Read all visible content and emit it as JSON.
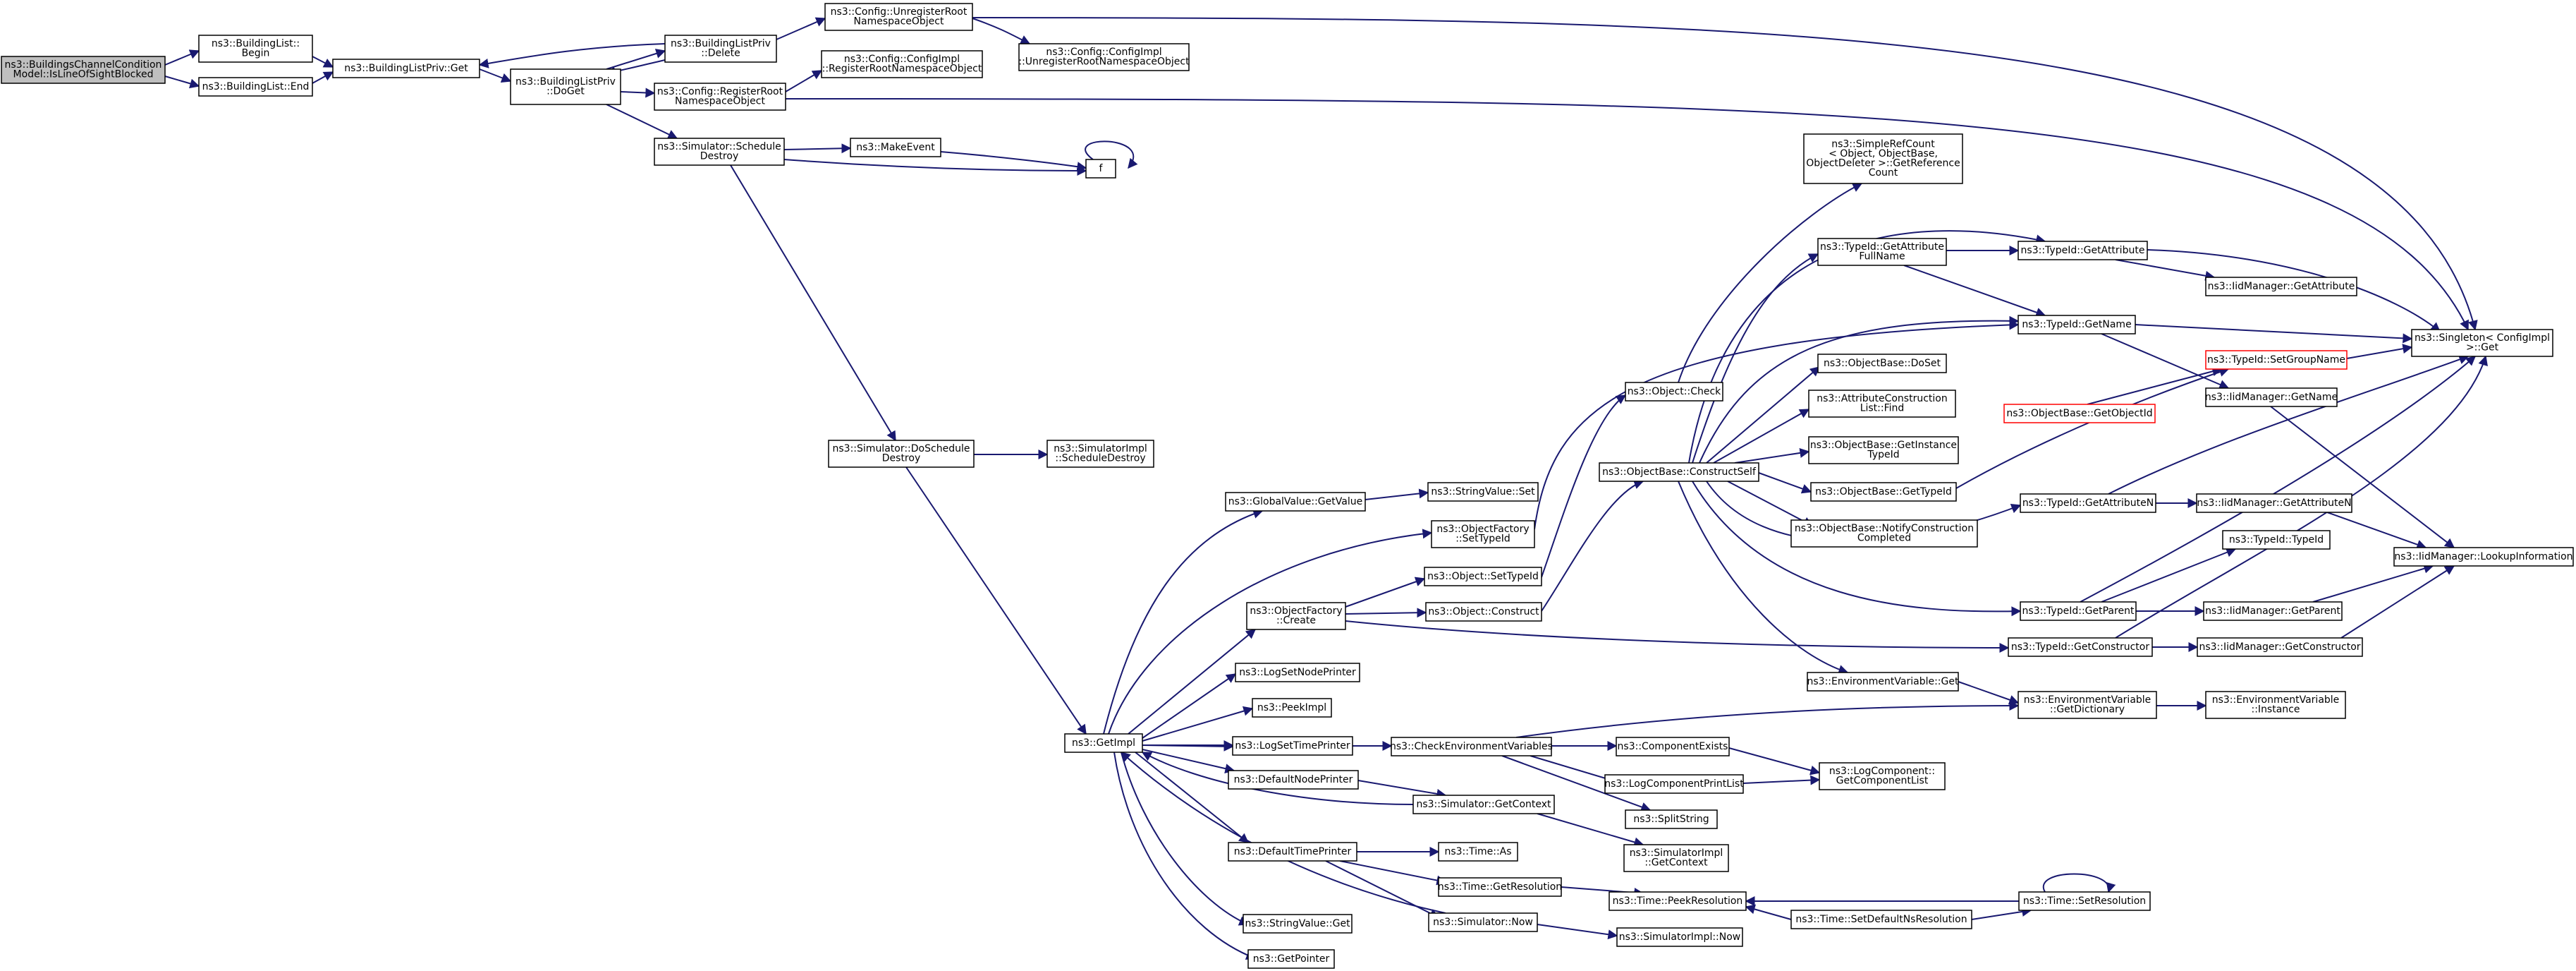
{
  "graph": {
    "edge_color": "#191970",
    "node_border": "#000000",
    "truncated_node_border": "#ff0000",
    "root_fill": "#bfbfbf",
    "nodes": [
      {
        "id": "root",
        "lines": [
          "ns3::BuildingsChannelCondition",
          "Model::IsLineOfSightBlocked"
        ],
        "style": "root"
      },
      {
        "id": "blbegin",
        "lines": [
          "ns3::BuildingList::",
          "Begin"
        ]
      },
      {
        "id": "blend",
        "lines": [
          "ns3::BuildingList::End"
        ]
      },
      {
        "id": "blpget",
        "lines": [
          "ns3::BuildingListPriv::Get"
        ]
      },
      {
        "id": "blpdoget",
        "lines": [
          "ns3::BuildingListPriv",
          "::DoGet"
        ]
      },
      {
        "id": "blpdel",
        "lines": [
          "ns3::BuildingListPriv",
          "::Delete"
        ]
      },
      {
        "id": "cfgunreg",
        "lines": [
          "ns3::Config::UnregisterRoot",
          "NamespaceObject"
        ]
      },
      {
        "id": "cfgimplunreg",
        "lines": [
          "ns3::Config::ConfigImpl",
          "::UnregisterRootNamespaceObject"
        ]
      },
      {
        "id": "cfgimplreg",
        "lines": [
          "ns3::Config::ConfigImpl",
          "::RegisterRootNamespaceObject"
        ]
      },
      {
        "id": "cfgreg",
        "lines": [
          "ns3::Config::RegisterRoot",
          "NamespaceObject"
        ]
      },
      {
        "id": "simsched",
        "lines": [
          "ns3::Simulator::Schedule",
          "Destroy"
        ]
      },
      {
        "id": "makeevent",
        "lines": [
          "ns3::MakeEvent"
        ]
      },
      {
        "id": "f",
        "lines": [
          "f"
        ]
      },
      {
        "id": "simdosched",
        "lines": [
          "ns3::Simulator::DoSchedule",
          "Destroy"
        ]
      },
      {
        "id": "simimplsched",
        "lines": [
          "ns3::SimulatorImpl",
          "::ScheduleDestroy"
        ]
      },
      {
        "id": "getimpl",
        "lines": [
          "ns3::GetImpl"
        ]
      },
      {
        "id": "gvgetvalue",
        "lines": [
          "ns3::GlobalValue::GetValue"
        ]
      },
      {
        "id": "stringvalueset",
        "lines": [
          "ns3::StringValue::Set"
        ]
      },
      {
        "id": "ofsettypeid",
        "lines": [
          "ns3::ObjectFactory",
          "::SetTypeId"
        ]
      },
      {
        "id": "objsettypeid",
        "lines": [
          "ns3::Object::SetTypeId"
        ]
      },
      {
        "id": "ofcreate",
        "lines": [
          "ns3::ObjectFactory",
          "::Create"
        ]
      },
      {
        "id": "objconstruct",
        "lines": [
          "ns3::Object::Construct"
        ]
      },
      {
        "id": "objcheck",
        "lines": [
          "ns3::Object::Check"
        ]
      },
      {
        "id": "simplerefcount",
        "lines": [
          "ns3::SimpleRefCount",
          "< Object, ObjectBase,",
          "ObjectDeleter >::GetReference",
          "Count"
        ]
      },
      {
        "id": "constructself",
        "lines": [
          "ns3::ObjectBase::ConstructSelf"
        ]
      },
      {
        "id": "tidgetattrfull",
        "lines": [
          "ns3::TypeId::GetAttribute",
          "FullName"
        ]
      },
      {
        "id": "tidgetattr",
        "lines": [
          "ns3::TypeId::GetAttribute"
        ]
      },
      {
        "id": "iidgetattr",
        "lines": [
          "ns3::IidManager::GetAttribute"
        ]
      },
      {
        "id": "tidgetname",
        "lines": [
          "ns3::TypeId::GetName"
        ]
      },
      {
        "id": "singleton",
        "lines": [
          "ns3::Singleton< ConfigImpl",
          ">::Get"
        ]
      },
      {
        "id": "obdoset",
        "lines": [
          "ns3::ObjectBase::DoSet"
        ]
      },
      {
        "id": "attrconstr",
        "lines": [
          "ns3::AttributeConstruction",
          "List::Find"
        ]
      },
      {
        "id": "obgetinst",
        "lines": [
          "ns3::ObjectBase::GetInstance",
          "TypeId"
        ]
      },
      {
        "id": "obgettid",
        "lines": [
          "ns3::ObjectBase::GetTypeId"
        ]
      },
      {
        "id": "obnotify",
        "lines": [
          "ns3::ObjectBase::NotifyConstruction",
          "Completed"
        ]
      },
      {
        "id": "tidsetgroup",
        "lines": [
          "ns3::TypeId::SetGroupName"
        ],
        "style": "truncated"
      },
      {
        "id": "obgetobjectid",
        "lines": [
          "ns3::ObjectBase::GetObjectId"
        ],
        "style": "truncated"
      },
      {
        "id": "iidgetname",
        "lines": [
          "ns3::IidManager::GetName"
        ]
      },
      {
        "id": "tidgetattrn",
        "lines": [
          "ns3::TypeId::GetAttributeN"
        ]
      },
      {
        "id": "iidgetattrn",
        "lines": [
          "ns3::IidManager::GetAttributeN"
        ]
      },
      {
        "id": "tidtypeid",
        "lines": [
          "ns3::TypeId::TypeId"
        ]
      },
      {
        "id": "iidlookup",
        "lines": [
          "ns3::IidManager::LookupInformation"
        ]
      },
      {
        "id": "tidgetparent",
        "lines": [
          "ns3::TypeId::GetParent"
        ]
      },
      {
        "id": "iidgetparent",
        "lines": [
          "ns3::IidManager::GetParent"
        ]
      },
      {
        "id": "tidgetconstr",
        "lines": [
          "ns3::TypeId::GetConstructor"
        ]
      },
      {
        "id": "iidgetconstr",
        "lines": [
          "ns3::IidManager::GetConstructor"
        ]
      },
      {
        "id": "envget",
        "lines": [
          "ns3::EnvironmentVariable::Get"
        ]
      },
      {
        "id": "envdict",
        "lines": [
          "ns3::EnvironmentVariable",
          "::GetDictionary"
        ]
      },
      {
        "id": "envinst",
        "lines": [
          "ns3::EnvironmentVariable",
          "::Instance"
        ]
      },
      {
        "id": "logsetnode",
        "lines": [
          "ns3::LogSetNodePrinter"
        ]
      },
      {
        "id": "peekimpl",
        "lines": [
          "ns3::PeekImpl"
        ]
      },
      {
        "id": "logsettime",
        "lines": [
          "ns3::LogSetTimePrinter"
        ]
      },
      {
        "id": "checkenv",
        "lines": [
          "ns3::CheckEnvironmentVariables"
        ]
      },
      {
        "id": "compexists",
        "lines": [
          "ns3::ComponentExists"
        ]
      },
      {
        "id": "logcomplist",
        "lines": [
          "ns3::LogComponent::",
          "GetComponentList"
        ]
      },
      {
        "id": "logcompprint",
        "lines": [
          "ns3::LogComponentPrintList"
        ]
      },
      {
        "id": "splitstring",
        "lines": [
          "ns3::SplitString"
        ]
      },
      {
        "id": "defnodeprinter",
        "lines": [
          "ns3::DefaultNodePrinter"
        ]
      },
      {
        "id": "simgetctx",
        "lines": [
          "ns3::Simulator::GetContext"
        ]
      },
      {
        "id": "simimplgetctx",
        "lines": [
          "ns3::SimulatorImpl",
          "::GetContext"
        ]
      },
      {
        "id": "deftimeprinter",
        "lines": [
          "ns3::DefaultTimePrinter"
        ]
      },
      {
        "id": "timeas",
        "lines": [
          "ns3::Time::As"
        ]
      },
      {
        "id": "timegetres",
        "lines": [
          "ns3::Time::GetResolution"
        ]
      },
      {
        "id": "timepeekres",
        "lines": [
          "ns3::Time::PeekResolution"
        ]
      },
      {
        "id": "timesetdefns",
        "lines": [
          "ns3::Time::SetDefaultNsResolution"
        ]
      },
      {
        "id": "timesetres",
        "lines": [
          "ns3::Time::SetResolution"
        ]
      },
      {
        "id": "simnow",
        "lines": [
          "ns3::Simulator::Now"
        ]
      },
      {
        "id": "simimplnow",
        "lines": [
          "ns3::SimulatorImpl::Now"
        ]
      },
      {
        "id": "stringvalueget",
        "lines": [
          "ns3::StringValue::Get"
        ]
      },
      {
        "id": "getpointer",
        "lines": [
          "ns3::GetPointer"
        ]
      }
    ]
  }
}
